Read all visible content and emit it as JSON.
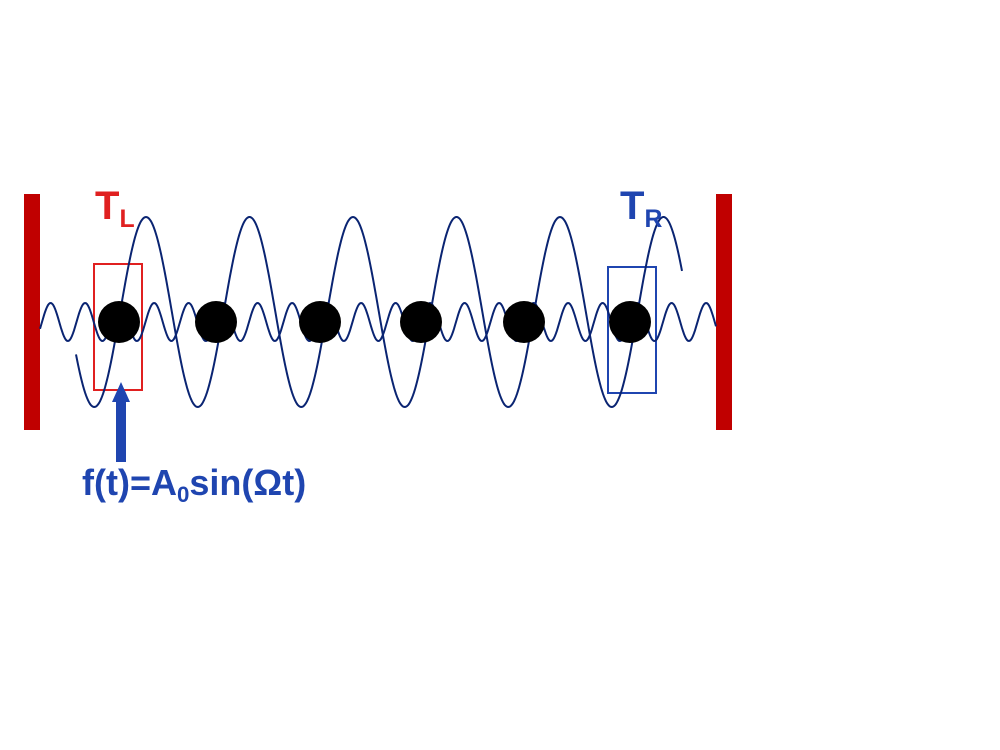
{
  "labels": {
    "left_bath_main": "T",
    "left_bath_sub": "L",
    "right_bath_main": "T",
    "right_bath_sub": "R",
    "force_prefix": "f(t)=A",
    "force_sub": "0",
    "force_suffix": "sin(Ωt)"
  },
  "colors": {
    "wall": "#c00000",
    "wave": "#0a2472",
    "left_bath": "#e02020",
    "right_bath": "#1f45b0",
    "force": "#1f45b0",
    "particle": "#000000"
  },
  "chain": {
    "particle_count": 6
  }
}
